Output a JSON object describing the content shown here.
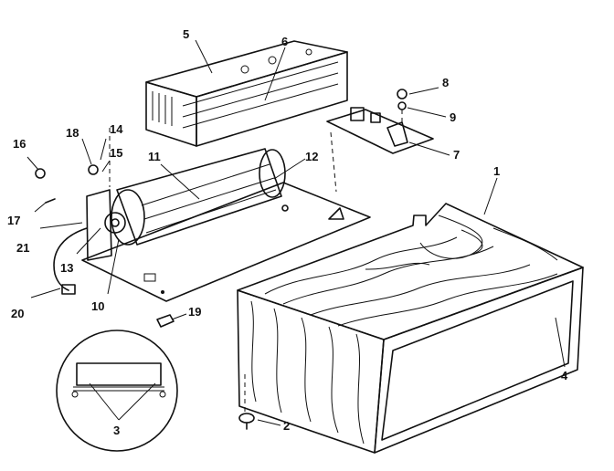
{
  "diagram": {
    "callouts": [
      {
        "id": "1",
        "text": "1"
      },
      {
        "id": "2",
        "text": "2"
      },
      {
        "id": "3",
        "text": "3"
      },
      {
        "id": "4",
        "text": "4"
      },
      {
        "id": "5",
        "text": "5"
      },
      {
        "id": "6",
        "text": "6"
      },
      {
        "id": "7",
        "text": "7"
      },
      {
        "id": "8",
        "text": "8"
      },
      {
        "id": "9",
        "text": "9"
      },
      {
        "id": "10",
        "text": "10"
      },
      {
        "id": "11",
        "text": "11"
      },
      {
        "id": "12",
        "text": "12"
      },
      {
        "id": "13",
        "text": "13"
      },
      {
        "id": "14",
        "text": "14"
      },
      {
        "id": "15",
        "text": "15"
      },
      {
        "id": "16",
        "text": "16"
      },
      {
        "id": "17",
        "text": "17"
      },
      {
        "id": "18",
        "text": "18"
      },
      {
        "id": "19",
        "text": "19"
      },
      {
        "id": "20",
        "text": "20"
      },
      {
        "id": "21",
        "text": "21"
      }
    ]
  }
}
